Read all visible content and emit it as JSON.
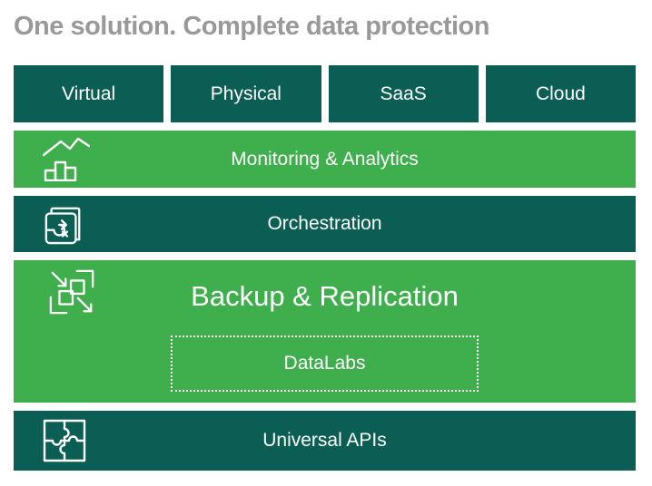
{
  "title": "One solution. Complete data protection",
  "colors": {
    "green": "#3FAE4C",
    "teal": "#0A5E53",
    "titlegray": "#97999B",
    "white": "#FFFFFF"
  },
  "platform_boxes": [
    {
      "label": "Virtual"
    },
    {
      "label": "Physical"
    },
    {
      "label": "SaaS"
    },
    {
      "label": "Cloud"
    }
  ],
  "layers": [
    {
      "id": "monitoring",
      "label": "Monitoring & Analytics",
      "icon": "analytics-chart-icon",
      "variant": "green"
    },
    {
      "id": "orchestration",
      "label": "Orchestration",
      "icon": "orchestration-runbook-icon",
      "variant": "teal"
    },
    {
      "id": "backup",
      "label": "Backup & Replication",
      "icon": "backup-replication-icon",
      "variant": "green",
      "sublabel": "DataLabs"
    },
    {
      "id": "apis",
      "label": "Universal APIs",
      "icon": "puzzle-icon",
      "variant": "teal"
    }
  ]
}
